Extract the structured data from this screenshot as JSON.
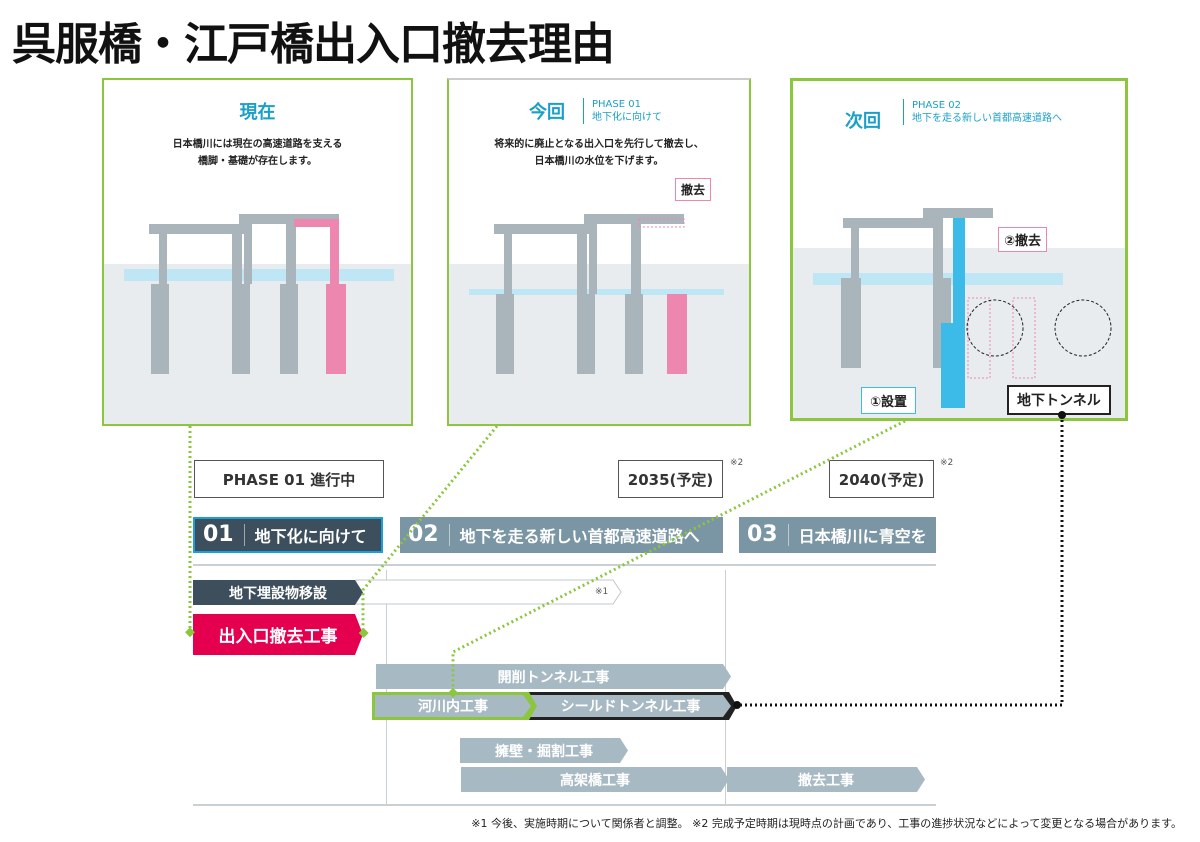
{
  "title": "呉服橋・江戸橋出入口撤去理由",
  "panels": [
    {
      "title": "現在",
      "desc1": "日本橋川には現在の高速道路を支える",
      "desc2": "橋脚・基礎が存在します。"
    },
    {
      "title": "今回",
      "phase": "PHASE 01",
      "phase_sub": "地下化に向けて",
      "desc1": "将来的に廃止となる出入口を先行して撤去し、",
      "desc2": "日本橋川の水位を下げます。",
      "callout": "撤去"
    },
    {
      "title": "次回",
      "phase": "PHASE 02",
      "phase_sub": "地下を走る新しい首都高速道路へ",
      "callout_remove": "②撤去",
      "callout_install": "①設置",
      "callout_tunnel": "地下トンネル"
    }
  ],
  "timeline": {
    "bubbles": [
      {
        "text": "PHASE 01 進行中"
      },
      {
        "text": "2035(予定)",
        "note": "※2"
      },
      {
        "text": "2040(予定)",
        "note": "※2"
      }
    ],
    "phases": [
      {
        "num": "01",
        "label": "地下化に向けて",
        "color": "#3d4f5c"
      },
      {
        "num": "02",
        "label": "地下を走る新しい首都高速道路へ",
        "color": "#7a95a3"
      },
      {
        "num": "03",
        "label": "日本橋川に青空を",
        "color": "#7a95a3"
      }
    ],
    "bars": {
      "utility": "地下埋設物移設",
      "utility_note": "※1",
      "exit_removal": "出入口撤去工事",
      "cut_tunnel": "開削トンネル工事",
      "river": "河川内工事",
      "shield": "シールドトンネル工事",
      "retaining": "擁壁・掘割工事",
      "viaduct": "高架橋工事",
      "removal": "撤去工事"
    },
    "colors": {
      "accent_green": "#8cc63f",
      "red": "#e4004f",
      "bar_grey": "#a7b9c3",
      "dark": "#3d4f5c",
      "water": "#bfe6f5",
      "pink": "#ee87b0",
      "blue": "#3dbbe8"
    }
  },
  "footnote": "※1 今後、実施時期について関係者と調整。 ※2 完成予定時期は現時点の計画であり、工事の進捗状況などによって変更となる場合があります。"
}
